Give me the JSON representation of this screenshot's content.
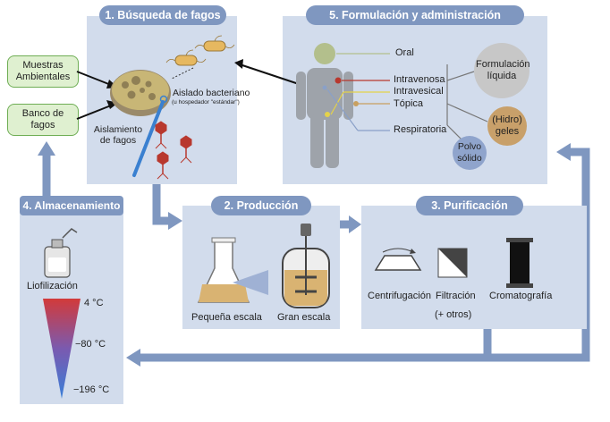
{
  "sections": {
    "search": "1. Búsqueda de fagos",
    "production": "2. Producción",
    "purification": "3. Purificación",
    "storage": "4. Almacenamiento",
    "formulation": "5. Formulación y administración"
  },
  "sources": {
    "environmental": "Muestras Ambientales",
    "bank": "Banco de fagos"
  },
  "search_labels": {
    "isolated_bacterium": "Aislado bacteriano",
    "standard_host": "(u hospedador \"estándar\")",
    "phage_isolation": "Aislamiento de fagos"
  },
  "formulation": {
    "routes": [
      "Oral",
      "Intravenosa",
      "Intravesical",
      "Tópica",
      "Respiratoria"
    ],
    "liquid": "Formulación líquida",
    "gel": "(Hidro) geles",
    "powder": "Polvo sólido"
  },
  "production": {
    "small": "Pequeña escala",
    "large": "Gran escala"
  },
  "purification": {
    "centrifugation": "Centrifugación",
    "filtration": "Filtración",
    "others": "(+ otros)",
    "chromatography": "Cromatografía"
  },
  "storage": {
    "lyophilization": "Liofilización",
    "temps": [
      "4 °C",
      "−80 °C",
      "−196 °C"
    ]
  },
  "colors": {
    "panel": "#d2dcec",
    "header": "#7f97c0",
    "arrow": "#7f97c0",
    "green_border": "#6fae55",
    "green_fill": "#dff0d0"
  }
}
